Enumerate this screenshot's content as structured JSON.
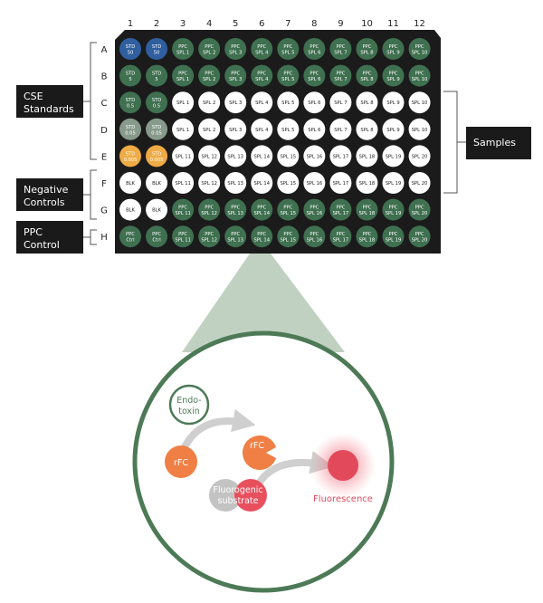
{
  "plate": {
    "columns": [
      "1",
      "2",
      "3",
      "4",
      "5",
      "6",
      "7",
      "8",
      "9",
      "10",
      "11",
      "12"
    ],
    "rows": [
      "A",
      "B",
      "C",
      "D",
      "E",
      "F",
      "G",
      "H"
    ],
    "wells": [
      [
        {
          "l1": "STD",
          "l2": "50",
          "t": "blue"
        },
        {
          "l1": "STD",
          "l2": "50",
          "t": "blue"
        },
        {
          "l1": "PPC",
          "l2": "SPL 1",
          "t": "green"
        },
        {
          "l1": "PPC",
          "l2": "SPL 2",
          "t": "green"
        },
        {
          "l1": "PPC",
          "l2": "SPL 3",
          "t": "green"
        },
        {
          "l1": "PPC",
          "l2": "SPL 4",
          "t": "green"
        },
        {
          "l1": "PPC",
          "l2": "SPL 5",
          "t": "green"
        },
        {
          "l1": "PPC",
          "l2": "SPL 6",
          "t": "green"
        },
        {
          "l1": "PPC",
          "l2": "SPL 7",
          "t": "green"
        },
        {
          "l1": "PPC",
          "l2": "SPL 8",
          "t": "green"
        },
        {
          "l1": "PPC",
          "l2": "SPL 9",
          "t": "green"
        },
        {
          "l1": "PPC",
          "l2": "SPL 10",
          "t": "green"
        }
      ],
      [
        {
          "l1": "STD",
          "l2": "5",
          "t": "green"
        },
        {
          "l1": "STD",
          "l2": "5",
          "t": "green"
        },
        {
          "l1": "PPC",
          "l2": "SPL 1",
          "t": "green"
        },
        {
          "l1": "PPC",
          "l2": "SPL 2",
          "t": "green"
        },
        {
          "l1": "PPC",
          "l2": "SPL 3",
          "t": "green"
        },
        {
          "l1": "PPC",
          "l2": "SPL 4",
          "t": "green"
        },
        {
          "l1": "PPC",
          "l2": "SPL 5",
          "t": "green"
        },
        {
          "l1": "PPC",
          "l2": "SPL 6",
          "t": "green"
        },
        {
          "l1": "PPC",
          "l2": "SPL 7",
          "t": "green"
        },
        {
          "l1": "PPC",
          "l2": "SPL 8",
          "t": "green"
        },
        {
          "l1": "PPC",
          "l2": "SPL 9",
          "t": "green"
        },
        {
          "l1": "PPC",
          "l2": "SPL 10",
          "t": "green"
        }
      ],
      [
        {
          "l1": "STD",
          "l2": "0.5",
          "t": "green"
        },
        {
          "l1": "STD",
          "l2": "0.5",
          "t": "green"
        },
        {
          "l1": "SPL 1",
          "l2": "",
          "t": "white"
        },
        {
          "l1": "SPL 2",
          "l2": "",
          "t": "white"
        },
        {
          "l1": "SPL 3",
          "l2": "",
          "t": "white"
        },
        {
          "l1": "SPL 4",
          "l2": "",
          "t": "white"
        },
        {
          "l1": "SPL 5",
          "l2": "",
          "t": "white"
        },
        {
          "l1": "SPL 6",
          "l2": "",
          "t": "white"
        },
        {
          "l1": "SPL 7",
          "l2": "",
          "t": "white"
        },
        {
          "l1": "SPL 8",
          "l2": "",
          "t": "white"
        },
        {
          "l1": "SPL 9",
          "l2": "",
          "t": "white"
        },
        {
          "l1": "SPL 10",
          "l2": "",
          "t": "white"
        }
      ],
      [
        {
          "l1": "STD",
          "l2": "0.05",
          "t": "grey"
        },
        {
          "l1": "STD",
          "l2": "0.05",
          "t": "grey"
        },
        {
          "l1": "SPL 1",
          "l2": "",
          "t": "white"
        },
        {
          "l1": "SPL 2",
          "l2": "",
          "t": "white"
        },
        {
          "l1": "SPL 3",
          "l2": "",
          "t": "white"
        },
        {
          "l1": "SPL 4",
          "l2": "",
          "t": "white"
        },
        {
          "l1": "SPL 5",
          "l2": "",
          "t": "white"
        },
        {
          "l1": "SPL 6",
          "l2": "",
          "t": "white"
        },
        {
          "l1": "SPL 7",
          "l2": "",
          "t": "white"
        },
        {
          "l1": "SPL 8",
          "l2": "",
          "t": "white"
        },
        {
          "l1": "SPL 9",
          "l2": "",
          "t": "white"
        },
        {
          "l1": "SPL 10",
          "l2": "",
          "t": "white"
        }
      ],
      [
        {
          "l1": "STD",
          "l2": "0.005",
          "t": "orange"
        },
        {
          "l1": "STD",
          "l2": "0.005",
          "t": "orange"
        },
        {
          "l1": "SPL 11",
          "l2": "",
          "t": "white"
        },
        {
          "l1": "SPL 12",
          "l2": "",
          "t": "white"
        },
        {
          "l1": "SPL 13",
          "l2": "",
          "t": "white"
        },
        {
          "l1": "SPL 14",
          "l2": "",
          "t": "white"
        },
        {
          "l1": "SPL 15",
          "l2": "",
          "t": "white"
        },
        {
          "l1": "SPL 16",
          "l2": "",
          "t": "white"
        },
        {
          "l1": "SPL 17",
          "l2": "",
          "t": "white"
        },
        {
          "l1": "SPL 18",
          "l2": "",
          "t": "white"
        },
        {
          "l1": "SPL 19",
          "l2": "",
          "t": "white"
        },
        {
          "l1": "SPL 20",
          "l2": "",
          "t": "white"
        }
      ],
      [
        {
          "l1": "BLK",
          "l2": "",
          "t": "white"
        },
        {
          "l1": "BLK",
          "l2": "",
          "t": "white"
        },
        {
          "l1": "SPL 11",
          "l2": "",
          "t": "white"
        },
        {
          "l1": "SPL 12",
          "l2": "",
          "t": "white"
        },
        {
          "l1": "SPL 13",
          "l2": "",
          "t": "white"
        },
        {
          "l1": "SPL 14",
          "l2": "",
          "t": "white"
        },
        {
          "l1": "SPL 15",
          "l2": "",
          "t": "white"
        },
        {
          "l1": "SPL 16",
          "l2": "",
          "t": "white"
        },
        {
          "l1": "SPL 17",
          "l2": "",
          "t": "white"
        },
        {
          "l1": "SPL 18",
          "l2": "",
          "t": "white"
        },
        {
          "l1": "SPL 19",
          "l2": "",
          "t": "white"
        },
        {
          "l1": "SPL 20",
          "l2": "",
          "t": "white"
        }
      ],
      [
        {
          "l1": "BLK",
          "l2": "",
          "t": "white"
        },
        {
          "l1": "BLK",
          "l2": "",
          "t": "white"
        },
        {
          "l1": "PPC",
          "l2": "SPL 11",
          "t": "green"
        },
        {
          "l1": "PPC",
          "l2": "SPL 12",
          "t": "green"
        },
        {
          "l1": "PPC",
          "l2": "SPL 13",
          "t": "green"
        },
        {
          "l1": "PPC",
          "l2": "SPL 14",
          "t": "green"
        },
        {
          "l1": "PPC",
          "l2": "SPL 15",
          "t": "green"
        },
        {
          "l1": "PPC",
          "l2": "SPL 16",
          "t": "green"
        },
        {
          "l1": "PPC",
          "l2": "SPL 17",
          "t": "green"
        },
        {
          "l1": "PPC",
          "l2": "SPL 18",
          "t": "green"
        },
        {
          "l1": "PPC",
          "l2": "SPL 19",
          "t": "green"
        },
        {
          "l1": "PPC",
          "l2": "SPL 20",
          "t": "green"
        }
      ],
      [
        {
          "l1": "PPC",
          "l2": "Ctrl",
          "t": "green"
        },
        {
          "l1": "PPC",
          "l2": "Ctrl",
          "t": "green"
        },
        {
          "l1": "PPC",
          "l2": "SPL 11",
          "t": "green"
        },
        {
          "l1": "PPC",
          "l2": "SPL 12",
          "t": "green"
        },
        {
          "l1": "PPC",
          "l2": "SPL 13",
          "t": "green"
        },
        {
          "l1": "PPC",
          "l2": "SPL 14",
          "t": "green"
        },
        {
          "l1": "PPC",
          "l2": "SPL 15",
          "t": "green"
        },
        {
          "l1": "PPC",
          "l2": "SPL 16",
          "t": "green"
        },
        {
          "l1": "PPC",
          "l2": "SPL 17",
          "t": "green"
        },
        {
          "l1": "PPC",
          "l2": "SPL 18",
          "t": "green"
        },
        {
          "l1": "PPC",
          "l2": "SPL 19",
          "t": "green"
        },
        {
          "l1": "PPC",
          "l2": "SPL 20",
          "t": "green"
        }
      ]
    ]
  },
  "labels": {
    "cse": {
      "line1": "CSE",
      "line2": "Standards"
    },
    "negative": {
      "line1": "Negative",
      "line2": "Controls"
    },
    "ppc": {
      "line1": "PPC",
      "line2": "Control"
    },
    "samples": "Samples"
  },
  "reaction": {
    "endotoxin_1": "Endo-",
    "endotoxin_2": "toxin",
    "rfc_left": "rFC",
    "rfc_right": "rFC",
    "substrate_1": "Fluorogenic",
    "substrate_2": "substrate",
    "fluorescence": "Fluorescence"
  },
  "colors": {
    "plate": "#1b1b1b",
    "blue": "#2f5f9e",
    "green": "#3f7050",
    "grey": "#879a8c",
    "orange": "#efab45",
    "white": "#ffffff",
    "rfc": "#ef7f45",
    "ring": "#4d7a56",
    "cone": "#b5c9b7",
    "substrate_grey": "#c3c3c3",
    "substrate_red": "#e8505e",
    "fluor": "#e24a5c",
    "arrow": "#cfcfcf"
  }
}
